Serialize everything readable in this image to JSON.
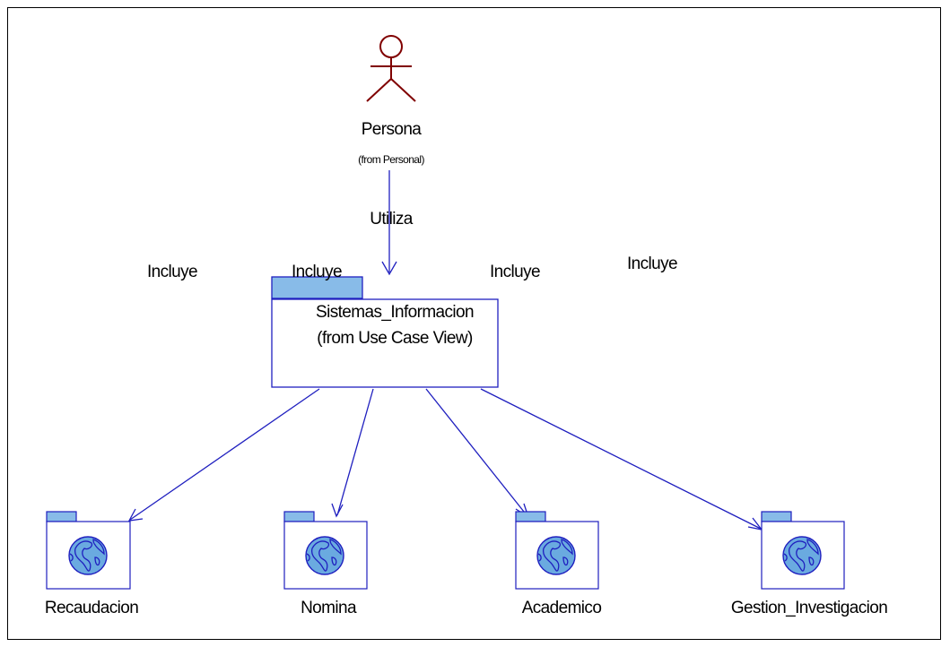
{
  "actor": {
    "name": "Persona",
    "from": "(from Personal)",
    "color": "#800000"
  },
  "relation_use": "Utiliza",
  "main_package": {
    "name": "Sistemas_Informacion",
    "from": "(from Use Case View)"
  },
  "relation_include": [
    "Incluye",
    "Incluye",
    "Incluye",
    "Incluye"
  ],
  "subsystems": [
    "Recaudacion",
    "Nomina",
    "Academico",
    "Gestion_Investigacion"
  ],
  "colors": {
    "line": "#1f1fbf",
    "package_tab": "#88bbe8",
    "globe": "#6aaae0"
  },
  "icons": [
    "stick-figure-actor-icon",
    "package-tab-icon",
    "globe-icon"
  ]
}
